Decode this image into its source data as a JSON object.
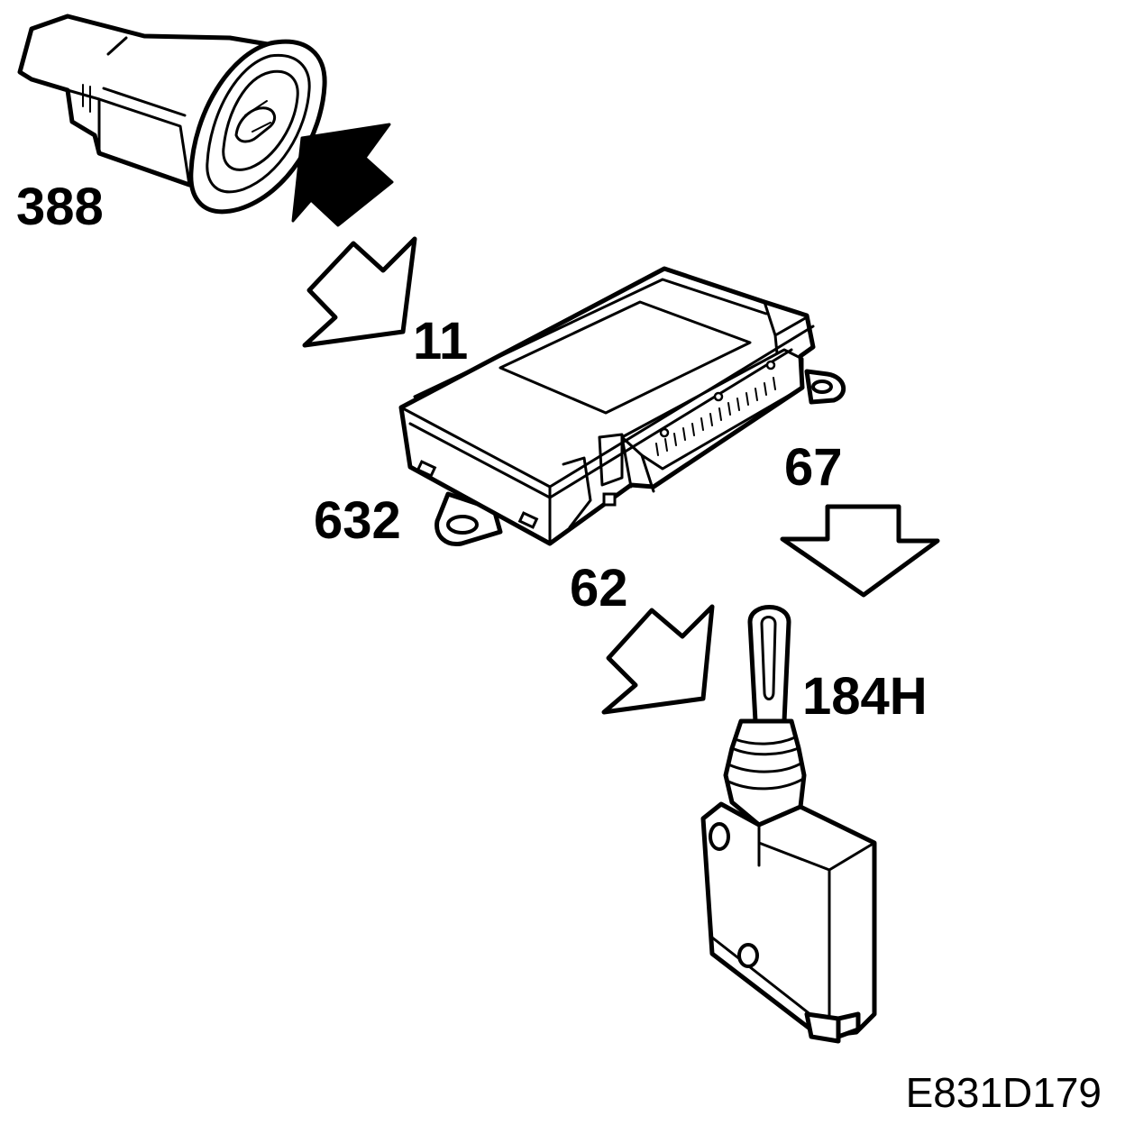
{
  "labels": {
    "switch": "388",
    "arrow_switch_to_module": "11",
    "module_left": "632",
    "module_right": "67",
    "arrow_module_to_actuator": "62",
    "actuator": "184H"
  },
  "reference": "E831D179",
  "colors": {
    "ink": "#000000",
    "paper": "#ffffff"
  },
  "icons": [
    "hood-open-icon"
  ]
}
